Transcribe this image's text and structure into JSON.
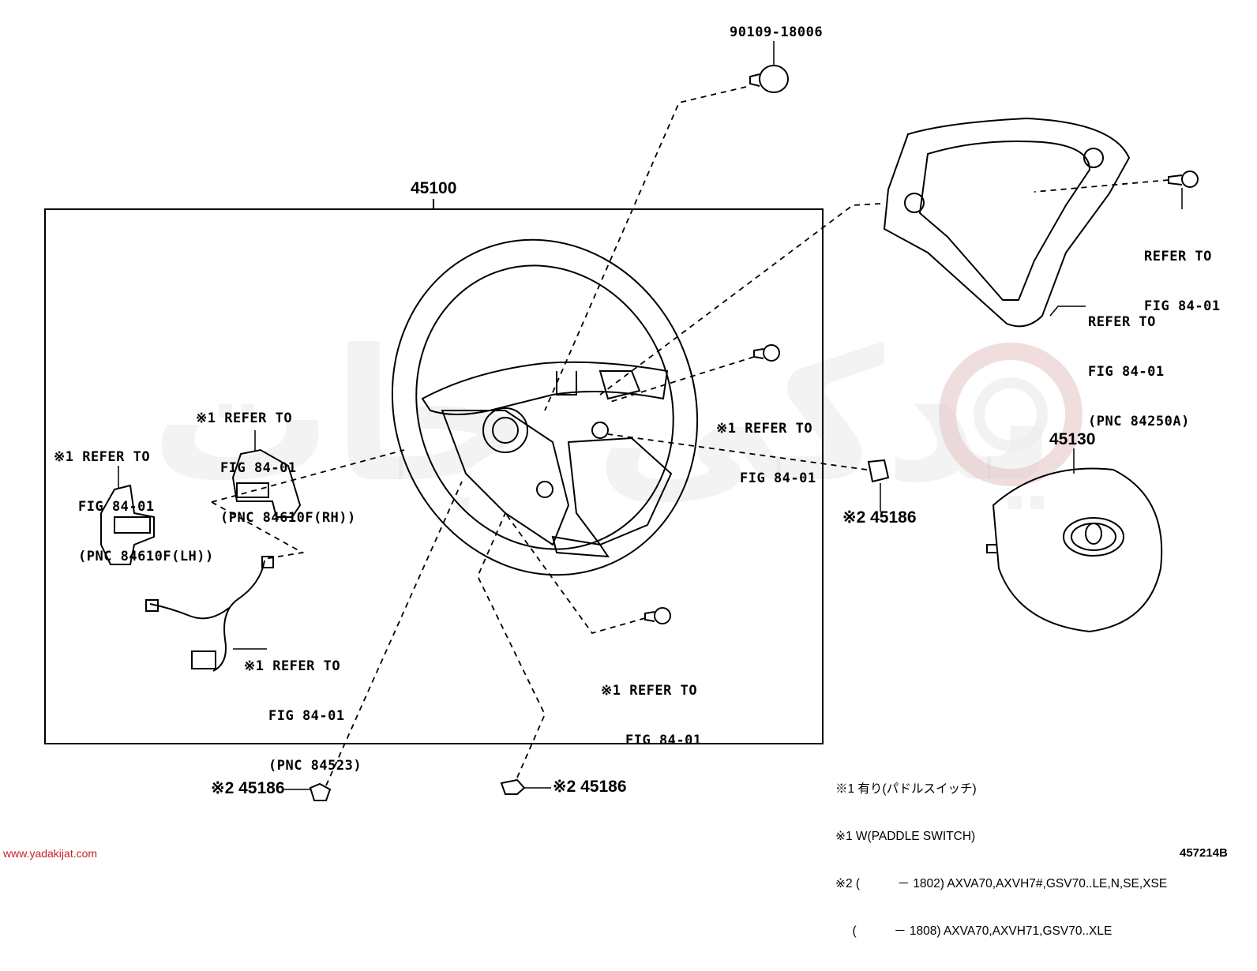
{
  "part_numbers": {
    "bolt_top": "90109-18006",
    "wheel_assy": "45100",
    "pad_assy": "45130",
    "cover_right": "※2 45186",
    "cover_bottom_left": "※2 45186",
    "cover_bottom_center": "※2 45186"
  },
  "refs": {
    "cover_frame": [
      "REFER TO",
      "FIG 84-01",
      "(PNC 84250A)"
    ],
    "bolt_right_top": [
      "REFER TO",
      "FIG 84-01"
    ],
    "bolt_center": [
      "※1 REFER TO",
      "FIG 84-01"
    ],
    "switch_rh": [
      "※1 REFER TO",
      "FIG 84-01",
      "(PNC 84610F(RH))"
    ],
    "switch_lh": [
      "※1 REFER TO",
      "FIG 84-01",
      "(PNC 84610F(LH))"
    ],
    "wire_harness": [
      "※1 REFER TO",
      "FIG 84-01",
      "(PNC 84523)"
    ],
    "bolt_lower": [
      "※1 REFER TO",
      "FIG 84-01"
    ]
  },
  "notes": [
    "※1 有り(パドルスイッチ)",
    "※1 W(PADDLE SWITCH)",
    "※2 (           － 1802) AXVA70,AXVH7#,GSV70..LE,N,SE,XSE",
    "     (           － 1808) AXVA70,AXVH71,GSV70..XLE"
  ],
  "watermark": {
    "url": "www.yadakijat.com",
    "logo_text": "یدکی جات"
  },
  "figure_id": "457214B",
  "colors": {
    "line": "#000000",
    "watermark_gray": "#d4d4d4",
    "watermark_red": "#e8b4b8"
  }
}
